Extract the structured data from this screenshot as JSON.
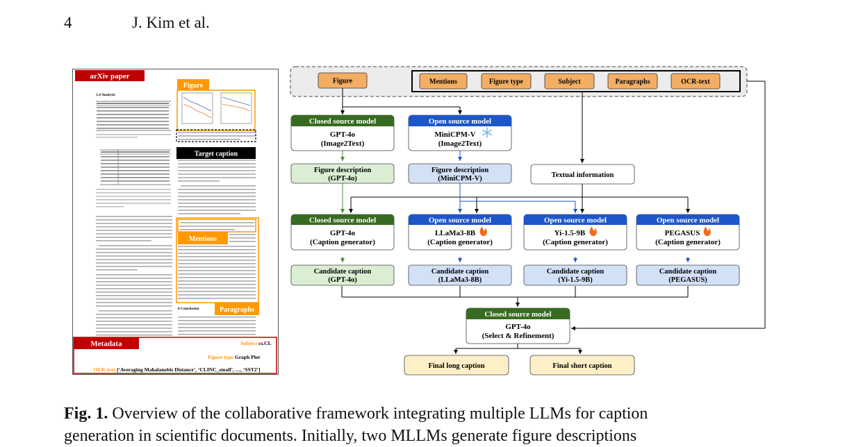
{
  "header": {
    "page_number": "4",
    "authors": "J. Kim et al."
  },
  "paper_thumb": {
    "arxiv_label": "arXiv paper",
    "figure_label": "Figure",
    "target_caption_label": "Target caption",
    "mentions_label": "Mentions",
    "paragraphs_label": "Paragraphs",
    "metadata_label": "Metadata",
    "section_title": "5.4   Analysis",
    "conclusion_title": "6   Conclusion",
    "meta_subject_key": "Subject",
    "meta_subject_val": "cs.CL",
    "meta_figtype_key": "Figure type",
    "meta_figtype_val": "Graph Plot",
    "meta_ocr_key": "OCR-text",
    "meta_ocr_val": "[‘Averaging Mahalanobis Distance’, ‘CLINC_small’, …, ‘SST2’]"
  },
  "inputs": {
    "figure": "Figure",
    "mentions": "Mentions",
    "figure_type": "Figure type",
    "subject": "Subject",
    "paragraphs": "Paragraphs",
    "ocr_text": "OCR-text"
  },
  "stage1": {
    "closed": {
      "header": "Closed source model",
      "line1": "GPT-4o",
      "line2": "(Image2Text)"
    },
    "open": {
      "header": "Open source model",
      "line1": "MiniCPM-V",
      "line2": "(Image2Text)"
    }
  },
  "descriptions": {
    "gpt": {
      "line1": "Figure description",
      "line2": "(GPT-4o)"
    },
    "minicpm": {
      "line1": "Figure description",
      "line2": "(MiniCPM-V)"
    },
    "textual": "Textual information"
  },
  "generators": [
    {
      "header": "Closed source model",
      "line1": "GPT-4o",
      "line2": "(Caption generator)",
      "kind": "closed"
    },
    {
      "header": "Open source model",
      "line1": "LLaMa3-8B",
      "line2": "(Caption generator)",
      "kind": "open"
    },
    {
      "header": "Open source model",
      "line1": "Yi-1.5-9B",
      "line2": "(Caption generator)",
      "kind": "open"
    },
    {
      "header": "Open source model",
      "line1": "PEGASUS",
      "line2": "(Caption generator)",
      "kind": "open"
    }
  ],
  "candidates": [
    {
      "line1": "Candidate caption",
      "line2": "(GPT-4o)"
    },
    {
      "line1": "Candidate caption",
      "line2": "(LLaMa3-8B)"
    },
    {
      "line1": "Candidate caption",
      "line2": "(Yi-1.5-9B)"
    },
    {
      "line1": "Candidate caption",
      "line2": "(PEGASUS)"
    }
  ],
  "refinement": {
    "header": "Closed source model",
    "line1": "GPT-4o",
    "line2": "(Select & Refinement)"
  },
  "outputs": {
    "long": "Final long caption",
    "short": "Final short caption"
  },
  "colors": {
    "closed_green": "#386b22",
    "open_blue": "#1d56c9",
    "input_orange": "#f4ae63",
    "arxiv_red": "#c00000",
    "label_orange": "#ff9900",
    "output_yellow": "#fdf0c8",
    "green_fill": "#dbeed4",
    "blue_fill": "#d3e1f7"
  },
  "caption": {
    "label": "Fig. 1.",
    "line1": "Overview of the collaborative framework integrating multiple LLMs for caption",
    "line2": "generation in scientific documents. Initially, two MLLMs generate figure descriptions"
  }
}
